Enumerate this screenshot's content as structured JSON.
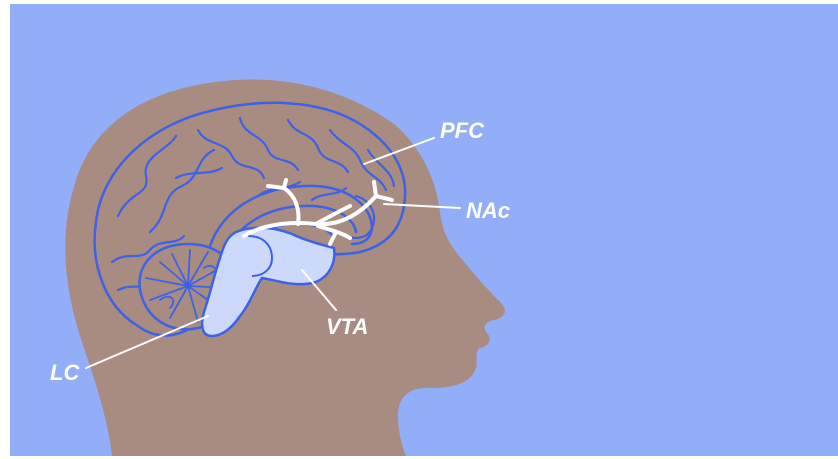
{
  "colors": {
    "background": "#92aef8",
    "head": "#a88c82",
    "brain_outline": "#3d62e6",
    "brainstem": "#cdd9fb",
    "pathway": "#ffffff",
    "label": "#ffffff"
  },
  "labels": {
    "pfc": "PFC",
    "nac": "NAc",
    "vta": "VTA",
    "lc": "LC"
  }
}
